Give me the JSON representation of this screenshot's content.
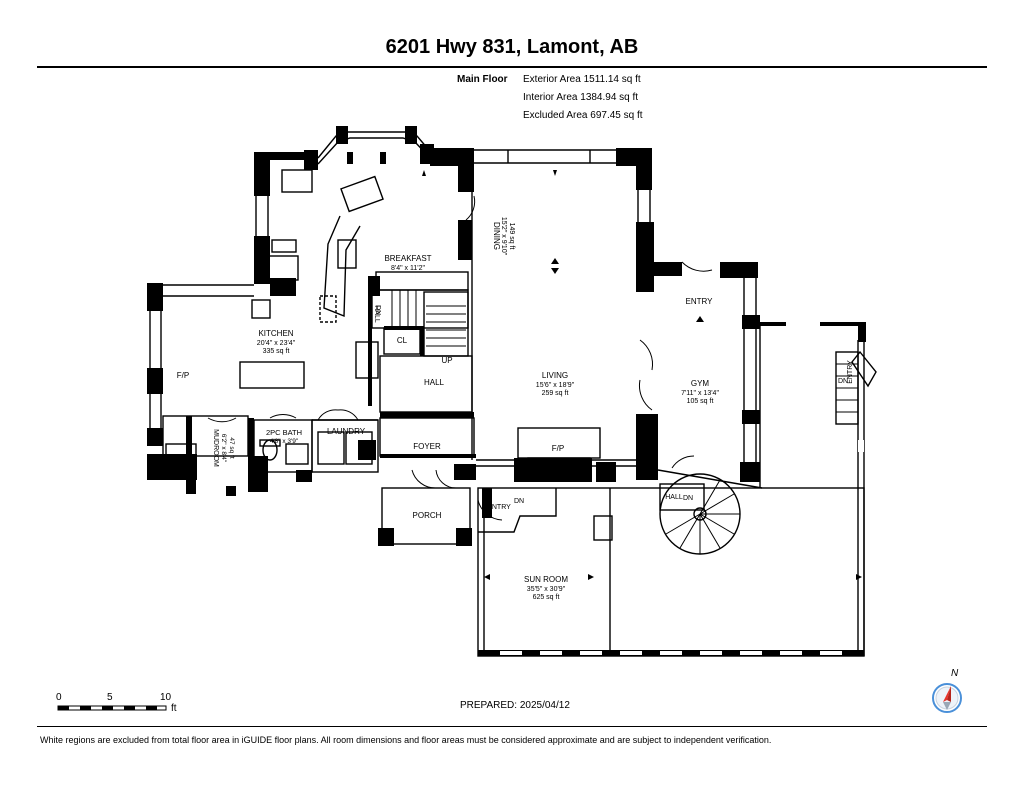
{
  "title": "6201 Hwy 831, Lamont, AB",
  "floor": {
    "name": "Main Floor",
    "exterior_area": "Exterior Area 1511.14 sq ft",
    "interior_area": "Interior Area 1384.94 sq ft",
    "excluded_area": "Excluded Area 697.45 sq ft"
  },
  "rooms": {
    "breakfast": {
      "name": "BREAKFAST",
      "dims": "8'4\" x 11'2\""
    },
    "dining": {
      "name": "DINING",
      "dims": "15'2\" x 9'10\"",
      "area": "149 sq ft"
    },
    "kitchen": {
      "name": "KITCHEN",
      "dims": "20'4\" x 23'4\"",
      "area": "335 sq ft"
    },
    "living": {
      "name": "LIVING",
      "dims": "15'6\" x 18'9\"",
      "area": "259 sq ft"
    },
    "gym": {
      "name": "GYM",
      "dims": "7'11\" x 13'4\"",
      "area": "105 sq ft"
    },
    "mudroom": {
      "name": "MUDROOM",
      "dims": "6'2\" x 8'4\"",
      "area": "47 sq ft"
    },
    "bath": {
      "name": "2PC BATH",
      "dims": "4'8\" x 3'9\""
    },
    "sunroom": {
      "name": "SUN ROOM",
      "dims": "35'5\" x 30'9\"",
      "area": "625 sq ft"
    }
  },
  "labels": {
    "entry_gym": "ENTRY",
    "entry_side": "ENTRY",
    "entry_porch": "ENTRY",
    "fp_kitchen": "F/P",
    "fp_living": "F/P",
    "laundry": "LAUNDRY",
    "foyer": "FOYER",
    "porch": "PORCH",
    "hall_main": "HALL",
    "hall_small": "HALL",
    "hall_stair": "HALL",
    "cl": "CL",
    "up": "UP",
    "dn_stair": "DN",
    "dn_side": "DN",
    "dn_porch": "DN",
    "dn_spiral": "DN"
  },
  "scale": {
    "zero": "0",
    "five": "5",
    "ten": "10",
    "unit": "ft"
  },
  "prepared": "PREPARED: 2025/04/12",
  "footer": "White regions are excluded from total floor area in iGUIDE floor plans. All room dimensions and floor areas must be considered approximate and are subject to independent verification.",
  "compass_label": "N",
  "colors": {
    "wall": "#000000",
    "compass_needle": "#e8342b",
    "compass_ring": "#4a90d9"
  }
}
